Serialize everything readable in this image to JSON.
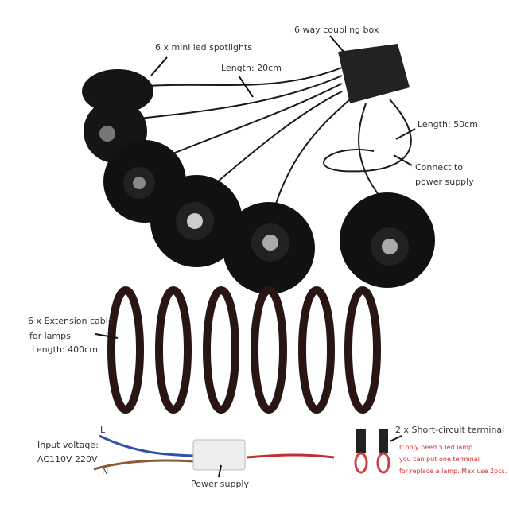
{
  "labels": {
    "spotlights": "6 x mini led spotlights",
    "coupling_box": "6 way coupling box",
    "length_20": "Length: 20cm",
    "length_50": "Length: 50cm",
    "connect_1": "Connect to",
    "connect_2": "power supply",
    "ext_1": "6 x Extension cable",
    "ext_2": "for lamps",
    "ext_3": "Length: 400cm",
    "short_circuit": "2 x Short-circuit terminal",
    "note_1": "If only need 5 led lamp",
    "note_2": "you can put one terminal",
    "note_3": "for replace a lamp. Max use 2pcs.",
    "input_1": "Input voltage:",
    "input_2": "AC110V 220V",
    "wire_l": "L",
    "wire_n": "N",
    "power_supply": "Power supply"
  },
  "colors": {
    "note": "#d93030",
    "live_wire": "#3050b0",
    "neutral_wire": "#8a5a3a",
    "lamp": "#151515"
  }
}
